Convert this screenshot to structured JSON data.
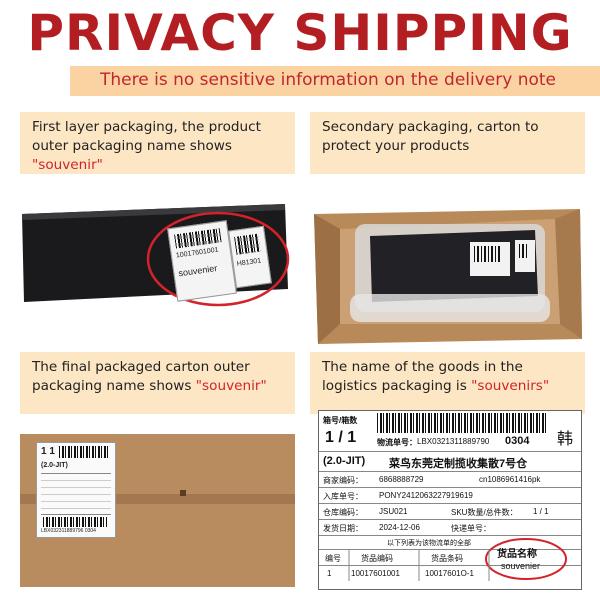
{
  "header": {
    "title": "PRIVACY SHIPPING",
    "subtitle": "There is no sensitive information on the delivery note"
  },
  "panels": [
    {
      "caption_prefix": "First layer packaging, the product outer packaging name shows",
      "caption_highlight": "\"souvenir\"",
      "photo": {
        "label_code": "10017601001",
        "label_name": "souvenier",
        "label_code2": "H81301"
      }
    },
    {
      "caption_prefix": "Secondary packaging, carton to protect your products",
      "caption_highlight": ""
    },
    {
      "caption_prefix": "The final packaged carton outer packaging name shows",
      "caption_highlight": "\"souvenir\"",
      "photo": {
        "label_top": "1 1",
        "label_mid": "(2.0-JIT)",
        "label_bottom": "LBX032311889796 0304"
      }
    },
    {
      "caption_prefix": "The name of the goods in the logistics packaging is",
      "caption_highlight": "\"souvenirs\"",
      "waybill": {
        "box_label": "箱号/箱数",
        "box_value": "1 / 1",
        "logistics_label": "物流单号：",
        "logistics_value": "LBX0321311889790",
        "logistics_suffix": "0304",
        "han": "韩",
        "route_code": "(2.0-JIT)",
        "route_name": "菜鸟东莞定制揽收集散7号仓",
        "merchant_label": "商家编码：",
        "merchant_value": "6868888729",
        "merchant_extra": "cn1086961416pk",
        "inbound_label": "入库单号：",
        "inbound_value": "PONY2412063227919619",
        "warehouse_label": "仓库编码：",
        "warehouse_value": "JSU021",
        "sku_label": "SKU数量/总件数：",
        "sku_value": "1 / 1",
        "ship_date_label": "发货日期：",
        "ship_date_value": "2024-12-06",
        "express_label": "快递单号：",
        "table_note": "以下列表为该物流单的全部",
        "col_no": "编号",
        "col_goods_code": "货品编码",
        "col_sku": "货品条码",
        "col_goods_name": "货品名称",
        "row_no": "1",
        "row_goods_code": "10017601001",
        "row_sku": "10017601O-1",
        "row_goods_name": "souvenier"
      }
    }
  ]
}
